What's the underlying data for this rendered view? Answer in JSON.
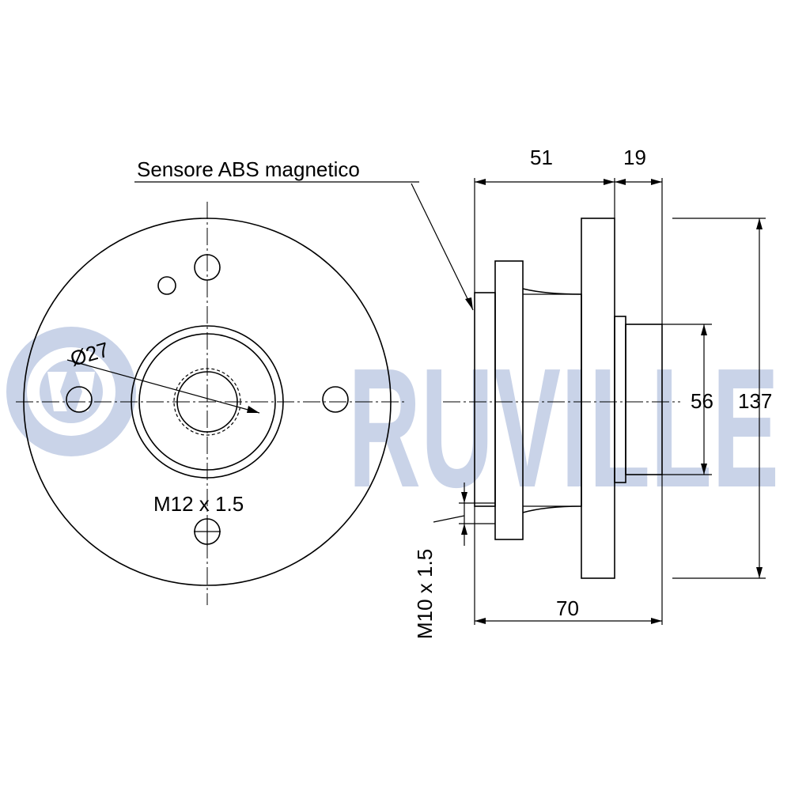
{
  "watermark": {
    "brand": "RUVILLE",
    "color": "#c9d3e8",
    "logo_icon": "ruville-logo-icon"
  },
  "labels": {
    "abs_sensor": "Sensore ABS magnetico",
    "diameter": "Ø27",
    "bolt_thread": "M12 x 1.5",
    "stud_thread": "M10 x 1.5"
  },
  "dimensions": {
    "width_51": "51",
    "width_19": "19",
    "total_70": "70",
    "diameter_56": "56",
    "diameter_137": "137"
  }
}
